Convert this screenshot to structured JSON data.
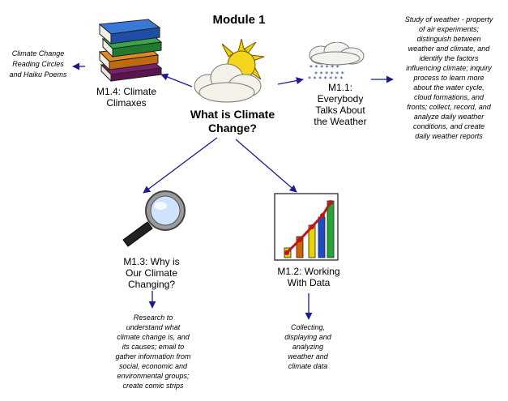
{
  "module_title": "Module 1",
  "central": {
    "label_line1": "What is Climate",
    "label_line2": "Change?"
  },
  "nodes": {
    "m14": {
      "label": "M1.4: Climate\nClimaxes"
    },
    "m11": {
      "label": "M1.1:\nEverybody\nTalks About\nthe Weather"
    },
    "m13": {
      "label": "M1.3: Why is\nOur Climate\nChanging?"
    },
    "m12": {
      "label": "M1.2: Working\nWith Data"
    }
  },
  "descriptions": {
    "m14": "Climate Change\nReading Circles\nand Haiku Poems",
    "m11": "Study of weather - property\nof air experiments;\ndistinguish between\nweather and climate, and\nidentify the factors\ninfluencing climate; inquiry\nprocess to learn more\nabout the water cycle,\ncloud formations, and\nfronts; collect, record, and\nanalyze daily weather\nconditions, and create\ndaily weather reports",
    "m13": "Research to\nunderstand what\nclimate change is, and\nits causes; email to\ngather information from\nsocial, economic and\nenvironmental groups;\ncreate comic strips",
    "m12": "Collecting,\ndisplaying and\nanalyzing\nweather and\nclimate data"
  },
  "colors": {
    "arrow": "#1c1c8c"
  },
  "icons": [
    "books-icon",
    "sun-cloud-icon",
    "snow-cloud-icon",
    "magnifier-icon",
    "bar-chart-icon"
  ]
}
